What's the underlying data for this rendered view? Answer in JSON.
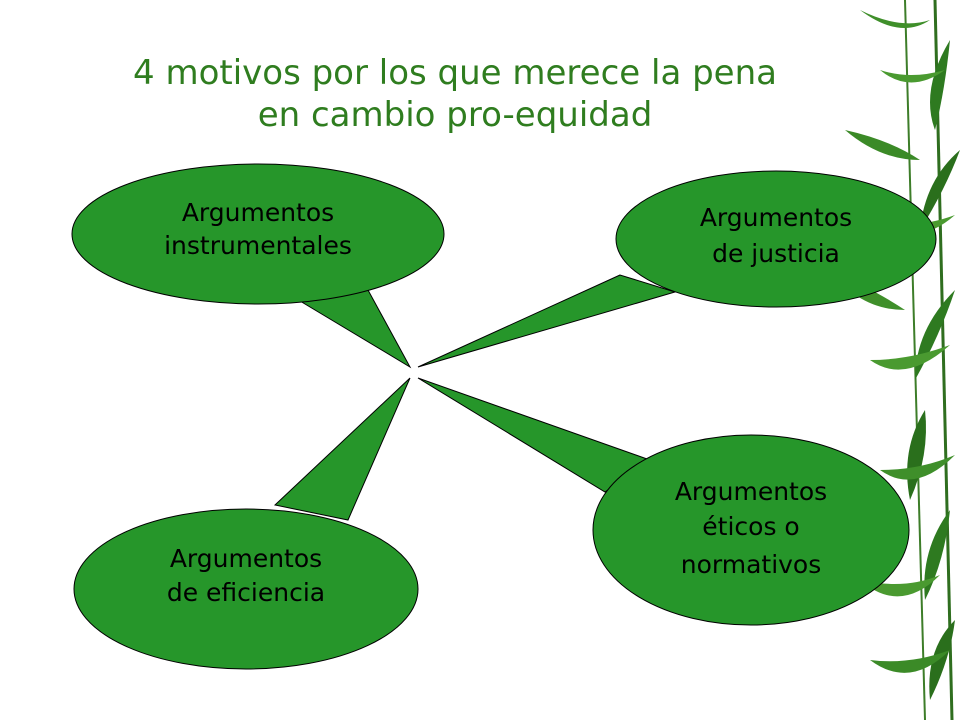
{
  "title": {
    "line1": "4 motivos por los que merece la pena",
    "line2": "en cambio pro-equidad"
  },
  "bubbles": [
    {
      "id": "instrumentales",
      "lines": [
        "Argumentos",
        "instrumentales"
      ]
    },
    {
      "id": "justicia",
      "lines": [
        "Argumentos",
        "de justicia"
      ]
    },
    {
      "id": "eficiencia",
      "lines": [
        "Argumentos",
        "de eficiencia"
      ]
    },
    {
      "id": "eticos",
      "lines": [
        "Argumentos",
        "éticos o",
        "normativos"
      ]
    }
  ],
  "colors": {
    "bubble_fill": "#26962a",
    "bubble_stroke": "#000000",
    "title_text": "#2f7d1f",
    "bamboo_leaf": "#3f8f2a"
  },
  "decoration": "bamboo-leaves-border"
}
